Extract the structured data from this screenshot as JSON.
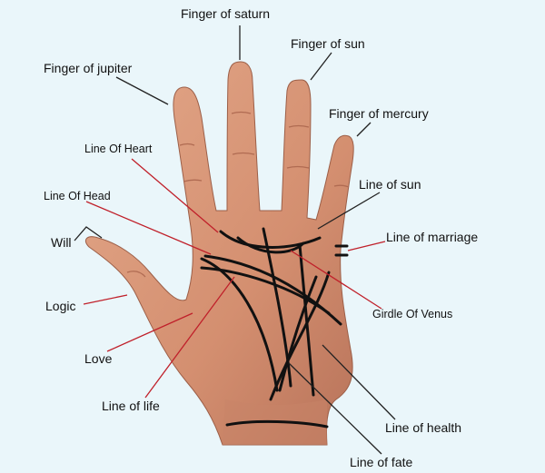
{
  "labels": {
    "finger_saturn": "Finger of saturn",
    "finger_sun": "Finger of sun",
    "finger_jupiter": "Finger of jupiter",
    "finger_mercury": "Finger of mercury",
    "line_of_heart": "Line Of Heart",
    "line_of_head": "Line Of Head",
    "line_of_sun": "Line of sun",
    "will": "Will",
    "line_of_marriage": "Line of marriage",
    "logic": "Logic",
    "girdle_of_venus": "Girdle Of Venus",
    "love": "Love",
    "line_of_life": "Line of life",
    "line_of_health": "Line of health",
    "line_of_fate": "Line of fate"
  },
  "colors": {
    "background": "#eaf6fa",
    "skin": "#d99a7c",
    "skin_shadow": "#b8735a",
    "palm_line": "#111111",
    "pointer_red": "#c0202a",
    "pointer_dark": "#222222"
  }
}
